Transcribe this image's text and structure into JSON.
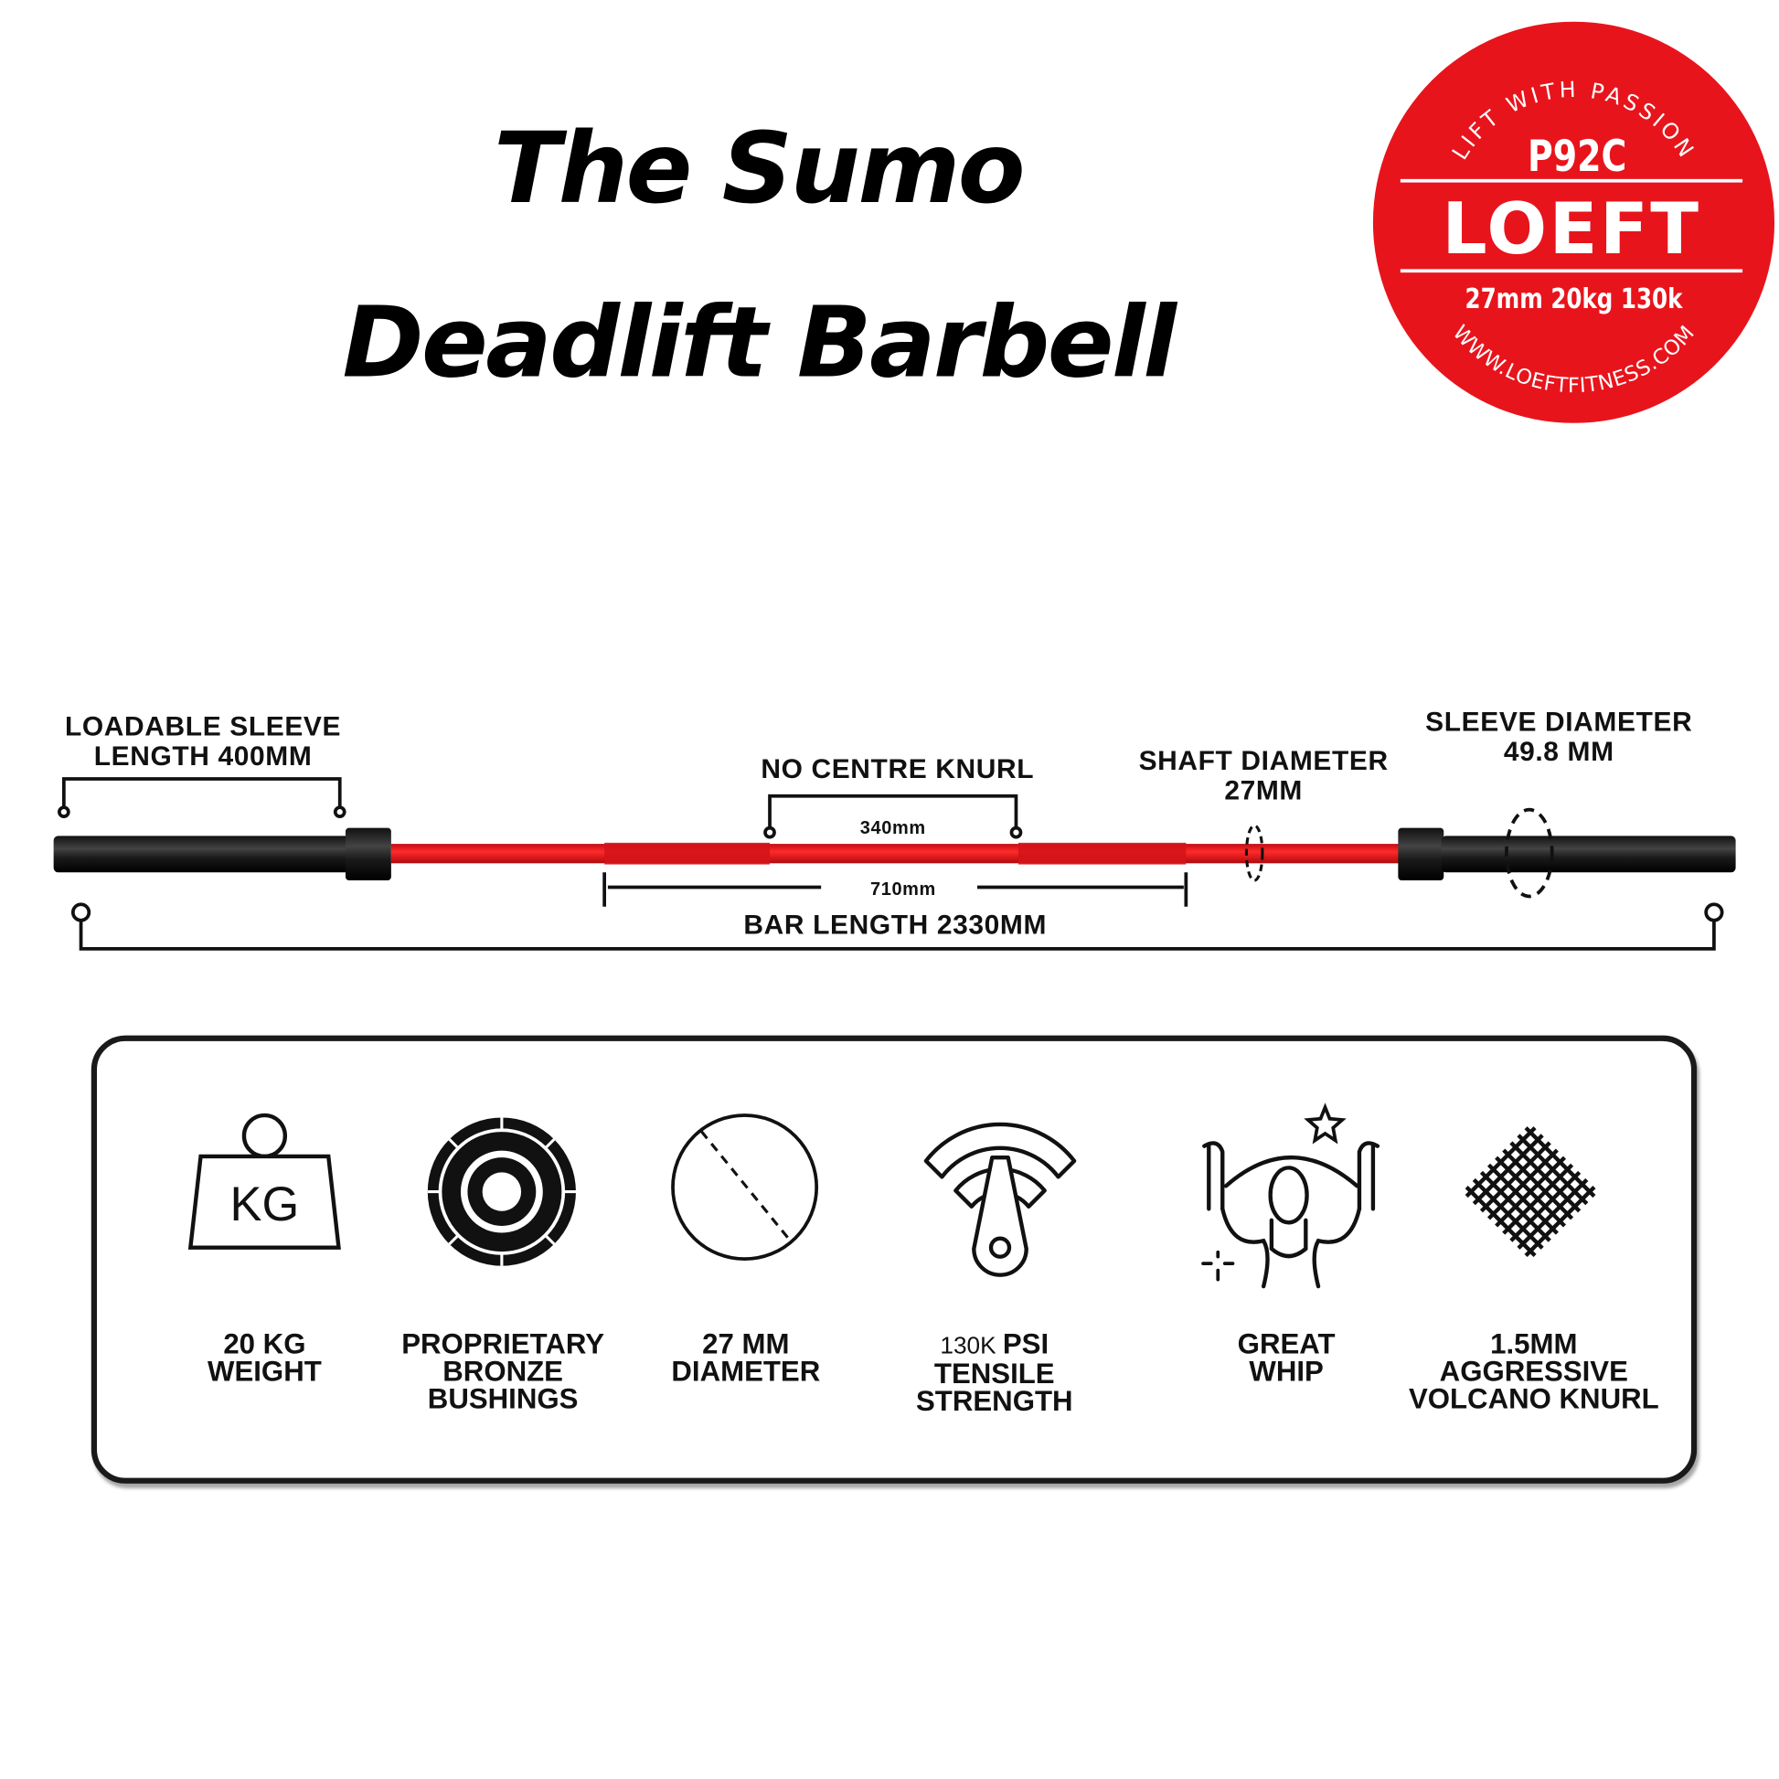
{
  "title": {
    "line1": "The Sumo",
    "line2": "Deadlift Barbell"
  },
  "logo": {
    "tagline": "LIFT WITH PASSION",
    "model": "P92C",
    "brand": "LOEFT",
    "specs": "27mm 20kg 130k",
    "website": "WWW.LOEFTFITNESS.COM",
    "color": "#e8141c"
  },
  "diagram": {
    "sleeve_length": {
      "line1": "LOADABLE SLEEVE",
      "line2": "LENGTH 400MM"
    },
    "centre_knurl": {
      "label": "NO CENTRE KNURL",
      "measure": "340mm"
    },
    "knurl_span": "710mm",
    "bar_length": "BAR LENGTH 2330MM",
    "shaft_diameter": {
      "line1": "SHAFT DIAMETER",
      "line2": "27MM"
    },
    "sleeve_diameter": {
      "line1": "SLEEVE DIAMETER",
      "line2": "49.8 MM"
    },
    "shaft_color": "#e01818",
    "sleeve_color": "#222222"
  },
  "features": [
    {
      "icon": "kg-weight-icon",
      "lines": [
        "20 KG",
        "WEIGHT"
      ]
    },
    {
      "icon": "bushing-icon",
      "lines": [
        "PROPRIETARY",
        "BRONZE",
        "BUSHINGS"
      ]
    },
    {
      "icon": "diameter-icon",
      "lines": [
        "27 MM",
        "DIAMETER"
      ]
    },
    {
      "icon": "tensile-icon",
      "prefix": "130K",
      "lines": [
        "PSI",
        "TENSILE",
        "STRENGTH"
      ]
    },
    {
      "icon": "whip-icon",
      "lines": [
        "GREAT",
        "WHIP"
      ]
    },
    {
      "icon": "knurl-icon",
      "lines": [
        "1.5MM",
        "AGGRESSIVE",
        "VOLCANO KNURL"
      ]
    }
  ]
}
